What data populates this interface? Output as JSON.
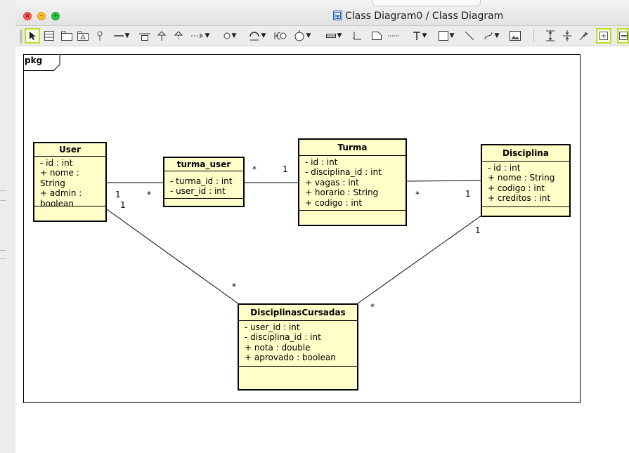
{
  "window": {
    "title": "Class Diagram0 / Class Diagram",
    "controls": [
      "close",
      "minimize",
      "maximize"
    ]
  },
  "toolbar": {
    "tools": [
      {
        "icon": "select-arrow-icon",
        "selected": true
      },
      {
        "icon": "class-icon"
      },
      {
        "icon": "package-icon"
      },
      {
        "icon": "model-icon"
      },
      {
        "icon": "pin-icon"
      },
      {
        "icon": "association-icon",
        "dropdown": true
      },
      {
        "icon": "association-class-icon"
      },
      {
        "icon": "generalization-icon"
      },
      {
        "icon": "realization-icon"
      },
      {
        "icon": "dependency-icon",
        "dropdown": true
      },
      {
        "icon": "interface-circle-icon",
        "dropdown": true
      },
      {
        "icon": "required-interface-icon",
        "dropdown": true
      },
      {
        "icon": "interface-usage-icon"
      },
      {
        "icon": "interface-lollipop-icon",
        "dropdown": true
      },
      {
        "icon": "note-slot-icon",
        "dropdown": true
      },
      {
        "icon": "corner-icon"
      },
      {
        "icon": "note-icon"
      },
      {
        "icon": "dotted-line-icon"
      },
      {
        "icon": "text-icon",
        "dropdown": true
      },
      {
        "icon": "rectangle-icon",
        "dropdown": true
      },
      {
        "icon": "line-icon"
      },
      {
        "icon": "freehand-icon",
        "dropdown": true
      },
      {
        "icon": "image-icon"
      },
      {
        "icon": "expand-vertical-icon"
      },
      {
        "icon": "collapse-vertical-icon"
      },
      {
        "icon": "pin-tool-icon"
      },
      {
        "icon": "zoom-box-icon",
        "selected": true
      },
      {
        "icon": "panel-toggle-icon",
        "selected": true
      }
    ]
  },
  "diagram": {
    "package_label": "pkg",
    "classes": {
      "user": {
        "name": "User",
        "attributes": [
          "- id : int",
          "+ nome :",
          "String",
          "+ admin :",
          "boolean"
        ]
      },
      "turma_user": {
        "name": "turma_user",
        "attributes": [
          "- turma_id : int",
          "- user_id : int"
        ]
      },
      "turma": {
        "name": "Turma",
        "attributes": [
          "- id : int",
          "- disciplina_id : int",
          "+ vagas : int",
          "+ horario : String",
          "+ codigo : int"
        ]
      },
      "disciplina": {
        "name": "Disciplina",
        "attributes": [
          "- id : int",
          "+ nome : String",
          "+ codigo : int",
          "+ creditos : int"
        ]
      },
      "disciplinas_cursadas": {
        "name": "DisciplinasCursadas",
        "attributes": [
          "- user_id : int",
          "- disciplina_id : int",
          "+ nota : double",
          "+ aprovado : boolean"
        ]
      }
    },
    "multiplicities": {
      "user_turma_user_near_user": "1",
      "user_turma_user_near_turma_user": "*",
      "turma_user_turma_near_turma_user": "*",
      "turma_user_turma_near_turma": "1",
      "turma_disciplina_near_turma": "*",
      "turma_disciplina_near_disciplina": "1",
      "user_cursadas_near_user": "1",
      "user_cursadas_near_cursadas": "*",
      "disciplina_cursadas_near_disciplina": "1",
      "disciplina_cursadas_near_cursadas": "*"
    }
  }
}
